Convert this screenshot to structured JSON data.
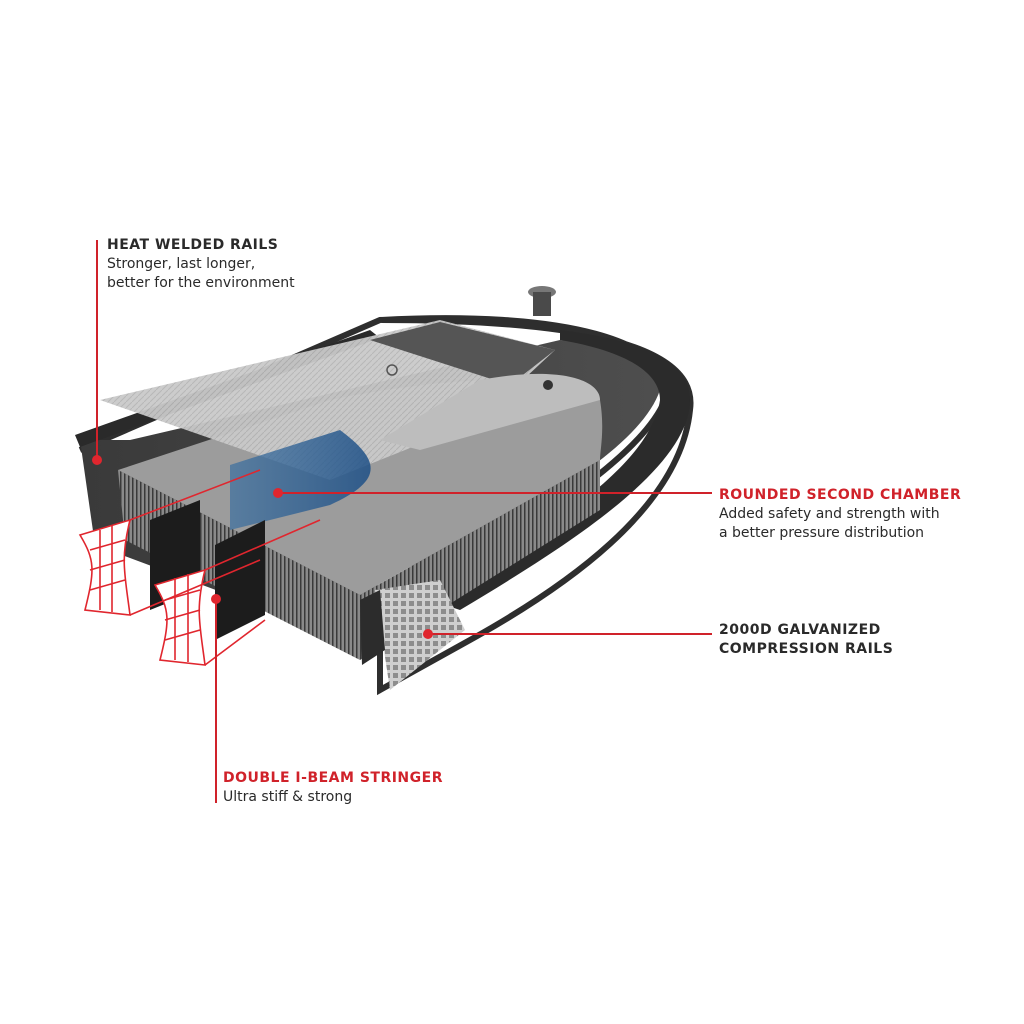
{
  "colors": {
    "accent": "#d0222a",
    "text": "#2a2a2a"
  },
  "callouts": {
    "heat_welded": {
      "title": "HEAT WELDED RAILS",
      "line1": "Stronger, last longer,",
      "line2": "better for the environment"
    },
    "rounded_chamber": {
      "title": "ROUNDED SECOND CHAMBER",
      "line1": "Added safety and strength with",
      "line2": "a better pressure distribution"
    },
    "compression_rails": {
      "title1": "2000D GALVANIZED",
      "title2": "COMPRESSION RAILS"
    },
    "i_beam": {
      "title": "DOUBLE I-BEAM STRINGER",
      "line1": "Ultra stiff & strong"
    }
  }
}
